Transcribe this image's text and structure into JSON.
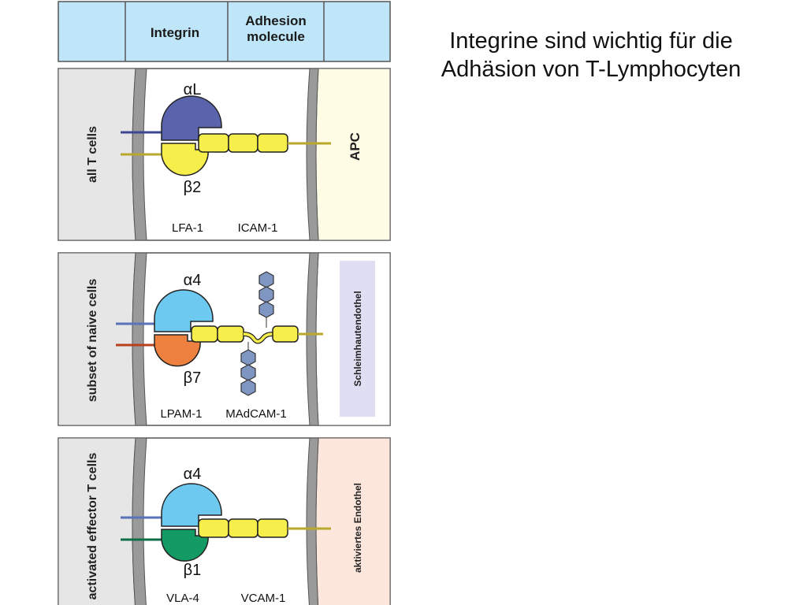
{
  "slide": {
    "title_line1": "Integrine sind wichtig für die",
    "title_line2": "Adhäsion von T-Lymphocyten"
  },
  "header": {
    "integrin": "Integrin",
    "adhesion_line1": "Adhesion",
    "adhesion_line2": "molecule"
  },
  "panels": [
    {
      "cell_label": "all T cells",
      "alpha": "αL",
      "beta": "β2",
      "integrin_name": "LFA-1",
      "ligand_name": "ICAM-1",
      "target": "APC",
      "colors": {
        "alpha": "#5a64ad",
        "beta": "#f6ee4a",
        "target_bg": "#fffce6"
      }
    },
    {
      "cell_label": "subset of naive cells",
      "alpha": "α4",
      "beta": "β7",
      "integrin_name": "LPAM-1",
      "ligand_name": "MAdCAM-1",
      "target": "Schleimhautendothel",
      "colors": {
        "alpha": "#6ec9f1",
        "beta": "#ee8140",
        "target_bg": "#e0def2"
      }
    },
    {
      "cell_label": "activated effector T cells",
      "alpha": "α4",
      "beta": "β1",
      "integrin_name": "VLA-4",
      "ligand_name": "VCAM-1",
      "target": "aktiviertes Endothel",
      "colors": {
        "alpha": "#6ec9f1",
        "beta": "#149a63",
        "target_bg": "#fde6dc"
      }
    }
  ]
}
